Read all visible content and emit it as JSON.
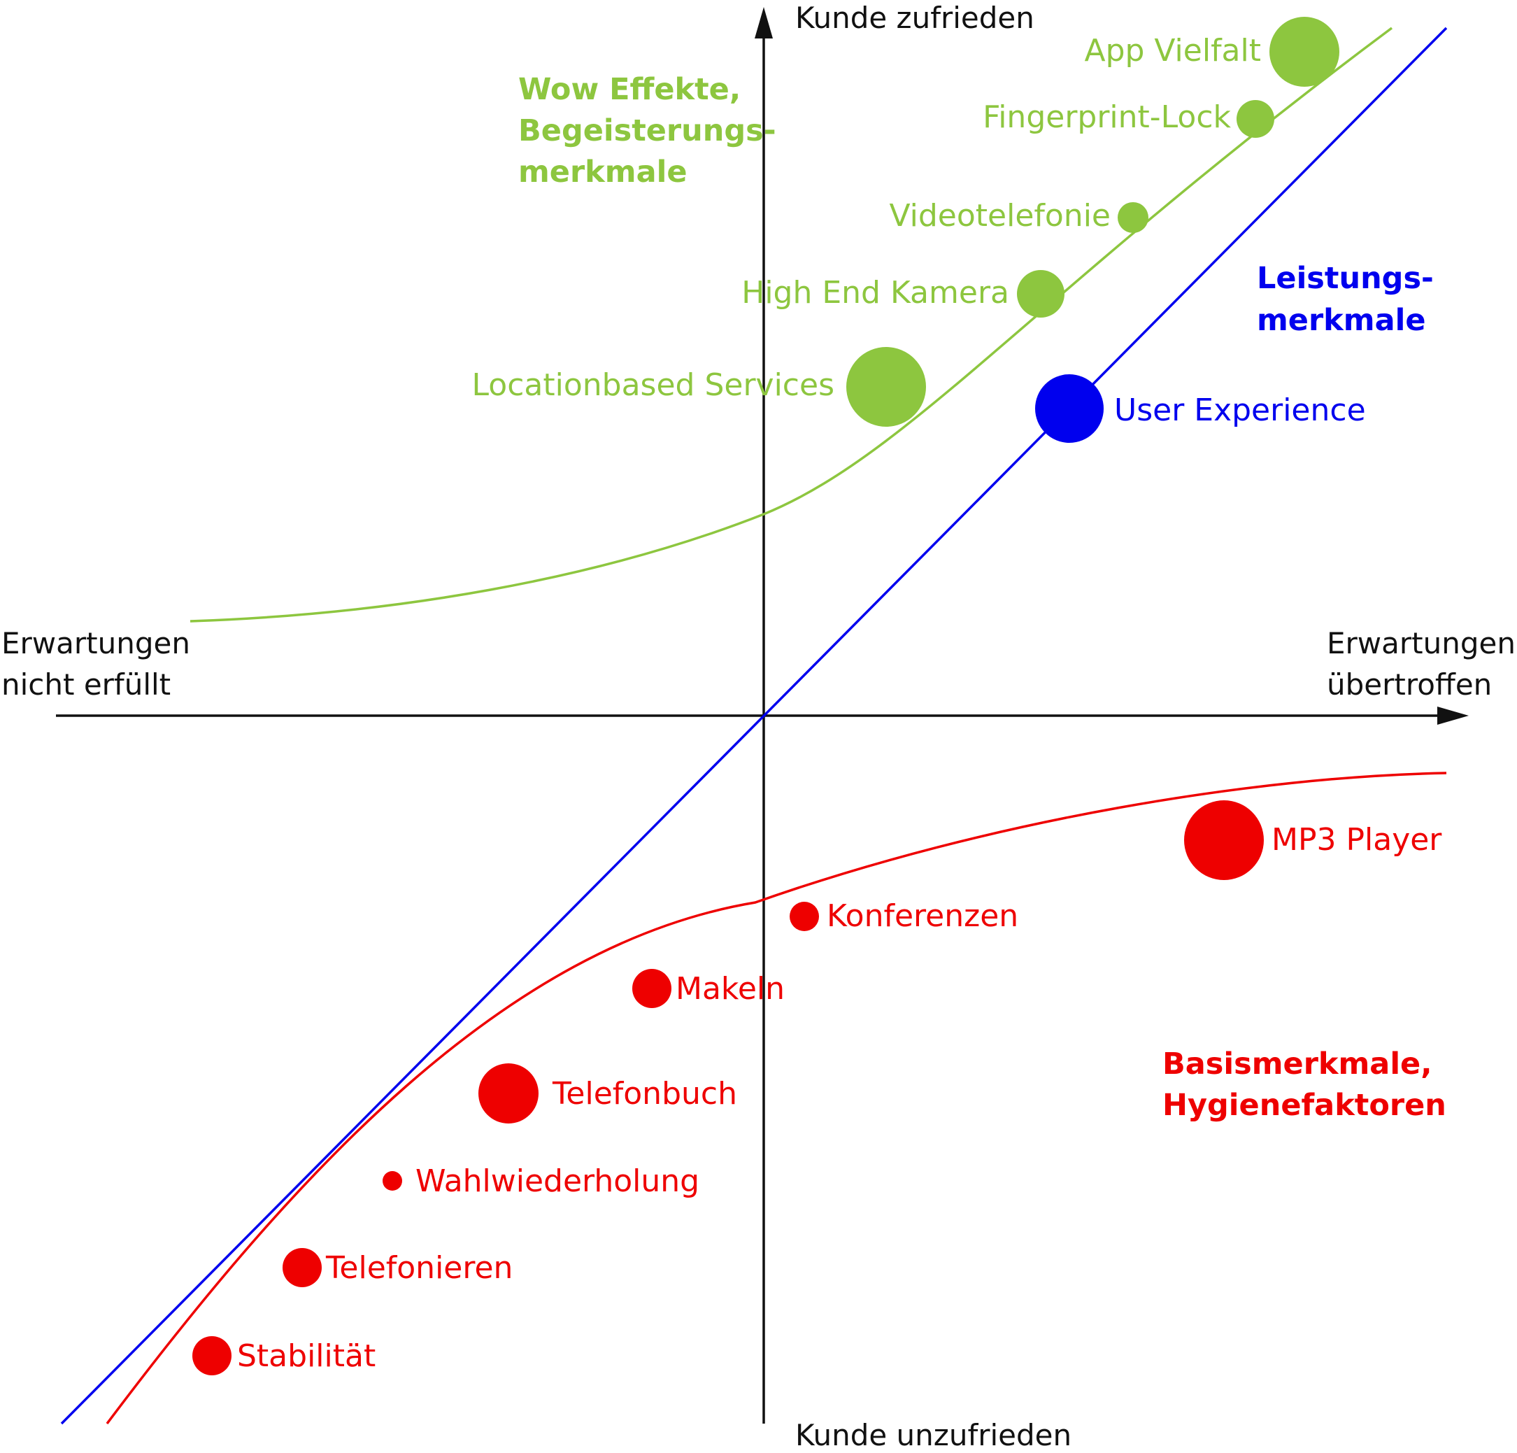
{
  "axes": {
    "top": "Kunde zufrieden",
    "bottom": "Kunde unzufrieden",
    "left": [
      "Erwartungen",
      "nicht erfüllt"
    ],
    "right": [
      "Erwartungen",
      "übertroffen"
    ]
  },
  "categories": {
    "delighters": {
      "lines": [
        "Wow Effekte,",
        "Begeisterungs-",
        "merkmale"
      ],
      "color": "#8dc63f"
    },
    "performance": {
      "lines": [
        "Leistungs-",
        "merkmale"
      ],
      "color": "#0000ee"
    },
    "basic": {
      "lines": [
        "Basismerkmale,",
        "Hygienefaktoren"
      ],
      "color": "#ee0000"
    }
  },
  "features": {
    "delighters": [
      {
        "label": "App Vielfalt",
        "size": "large"
      },
      {
        "label": "Fingerprint-Lock",
        "size": "small"
      },
      {
        "label": "Videotelefonie",
        "size": "x-small"
      },
      {
        "label": "High End Kamera",
        "size": "small"
      },
      {
        "label": "Locationbased Services",
        "size": "x-large"
      }
    ],
    "performance": [
      {
        "label": "User Experience",
        "size": "large"
      }
    ],
    "basic": [
      {
        "label": "MP3 Player",
        "size": "x-large"
      },
      {
        "label": "Konferenzen",
        "size": "x-small"
      },
      {
        "label": "Makeln",
        "size": "small"
      },
      {
        "label": "Telefonbuch",
        "size": "large"
      },
      {
        "label": "Wahlwiederholung",
        "size": "xx-small"
      },
      {
        "label": "Telefonieren",
        "size": "small"
      },
      {
        "label": "Stabilität",
        "size": "small"
      }
    ]
  }
}
